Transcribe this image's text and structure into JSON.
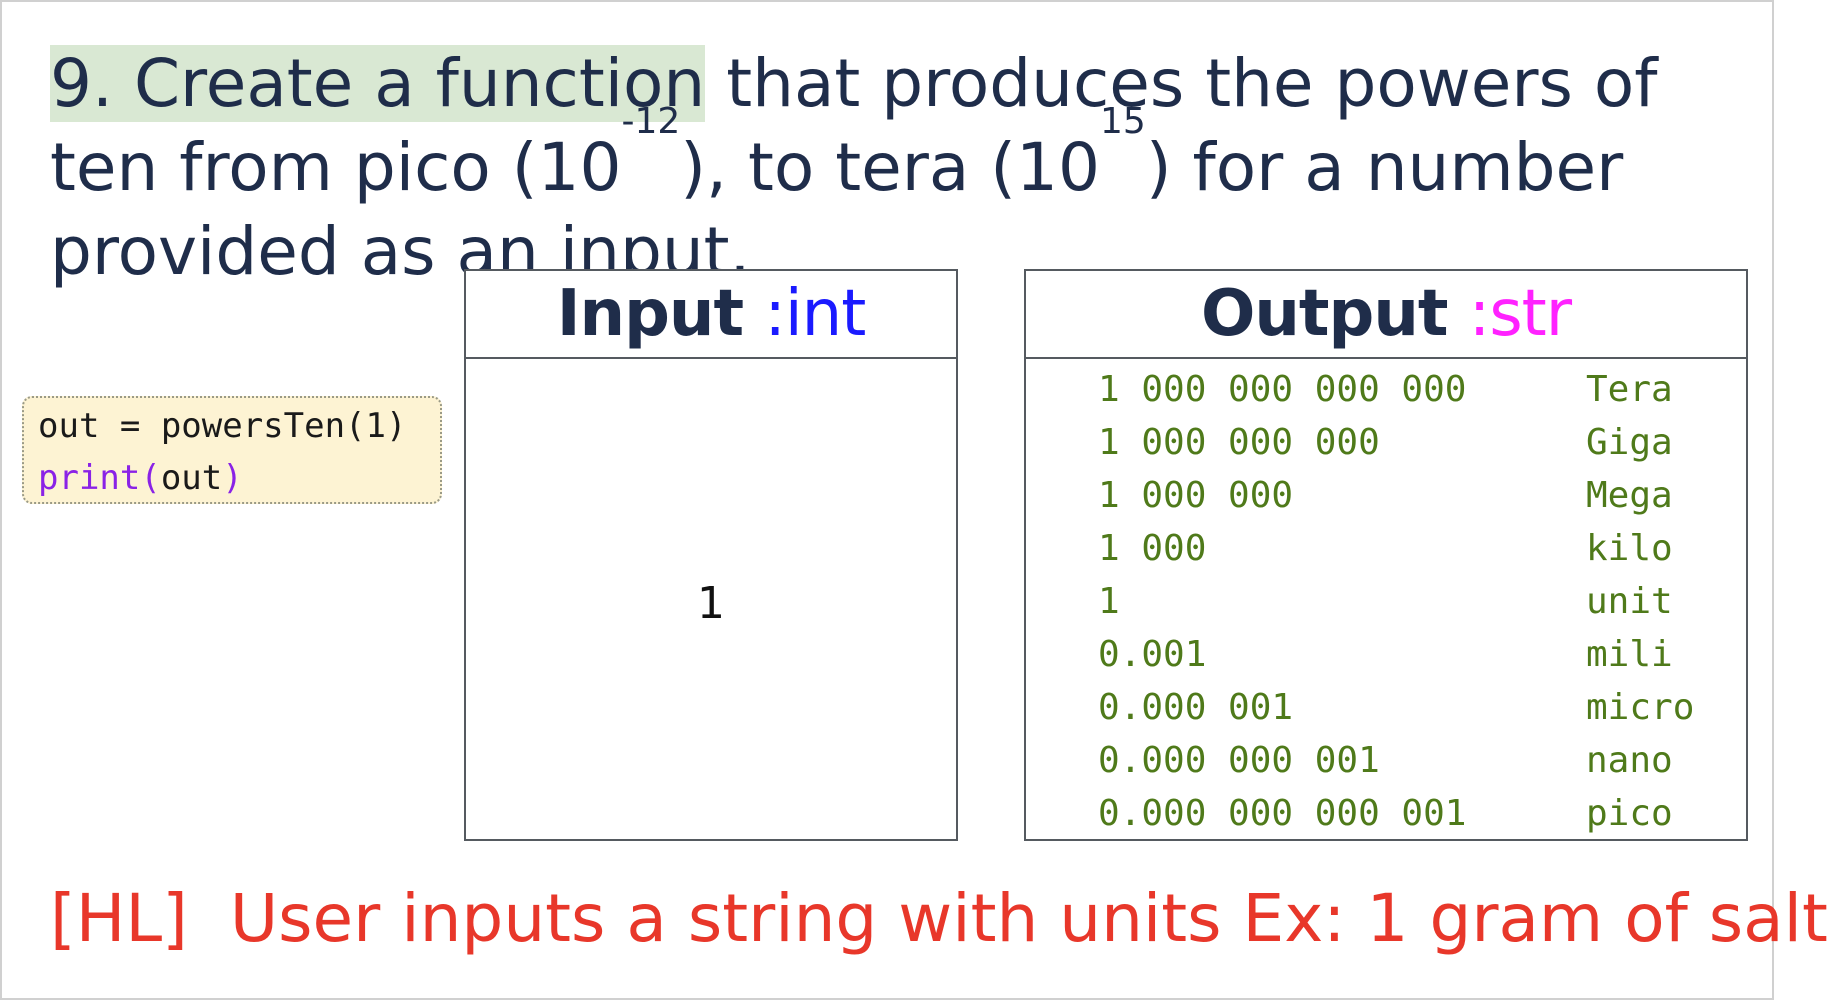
{
  "question": {
    "highlighted": "9. Create a function",
    "text_part1": " that produces the powers of ten from pico (10",
    "exp_low": "-12",
    "text_part2": "), to tera (10",
    "exp_high": "15",
    "text_part3": ") for a number provided as an input."
  },
  "code": {
    "line1": "out = powersTen(1)",
    "line2_kw": "print(",
    "line2_arg": "out",
    "line2_end": ")"
  },
  "input_panel": {
    "title": "Input",
    "type": ":int",
    "value": "1"
  },
  "output_panel": {
    "title": "Output",
    "type": ":str",
    "rows": [
      {
        "value": "1 000 000 000 000",
        "unit": "Tera"
      },
      {
        "value": "1 000 000 000",
        "unit": "Giga"
      },
      {
        "value": "1 000 000",
        "unit": "Mega"
      },
      {
        "value": "1 000",
        "unit": "kilo"
      },
      {
        "value": "1",
        "unit": "unit"
      },
      {
        "value": "0.001",
        "unit": "mili"
      },
      {
        "value": "0.000 001",
        "unit": "micro"
      },
      {
        "value": "0.000 000 001",
        "unit": "nano"
      },
      {
        "value": "0.000 000 000 001",
        "unit": "pico"
      }
    ]
  },
  "footer": "[HL]  User inputs a string with units Ex: 1 gram of salt",
  "colors": {
    "title": "#1f2d4a",
    "highlight": "#d9e8d3",
    "int_type": "#1a1aff",
    "str_type": "#ff22ff",
    "output_text": "#4f7a1a",
    "footer": "#e8372a",
    "code_bg": "#fdf3d3",
    "code_keyword": "#8a22e6"
  }
}
